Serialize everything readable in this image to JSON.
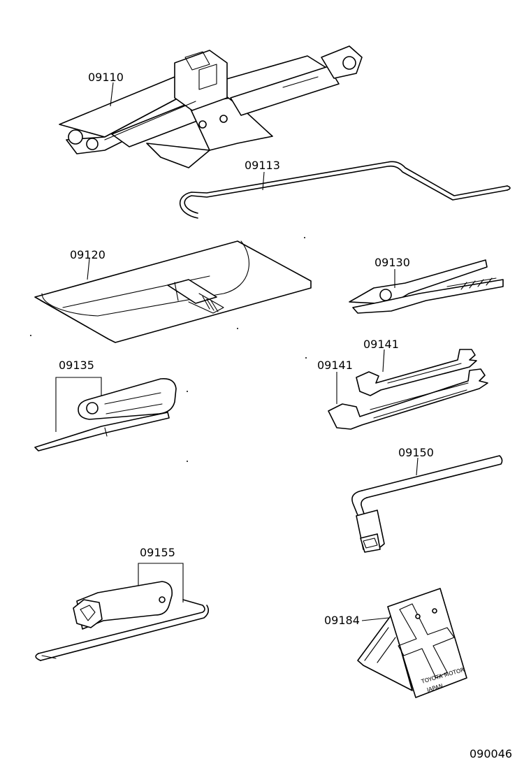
{
  "diagram": {
    "drawing_number": "090046",
    "parts": [
      {
        "id": "jack",
        "label": "09110"
      },
      {
        "id": "jack-handle",
        "label": "09113"
      },
      {
        "id": "tool-bag",
        "label": "09120"
      },
      {
        "id": "pliers",
        "label": "09130"
      },
      {
        "id": "screwdriver",
        "label": "09135"
      },
      {
        "id": "wrench-upper",
        "label": "09141"
      },
      {
        "id": "wrench-lower",
        "label": "09141"
      },
      {
        "id": "lug-wrench",
        "label": "09150"
      },
      {
        "id": "plug-wrench",
        "label": "09155"
      },
      {
        "id": "warning-triangle",
        "label": "09184"
      }
    ],
    "triangle_marking": [
      "TOYOTA MOTOR",
      "JAPAN"
    ]
  }
}
